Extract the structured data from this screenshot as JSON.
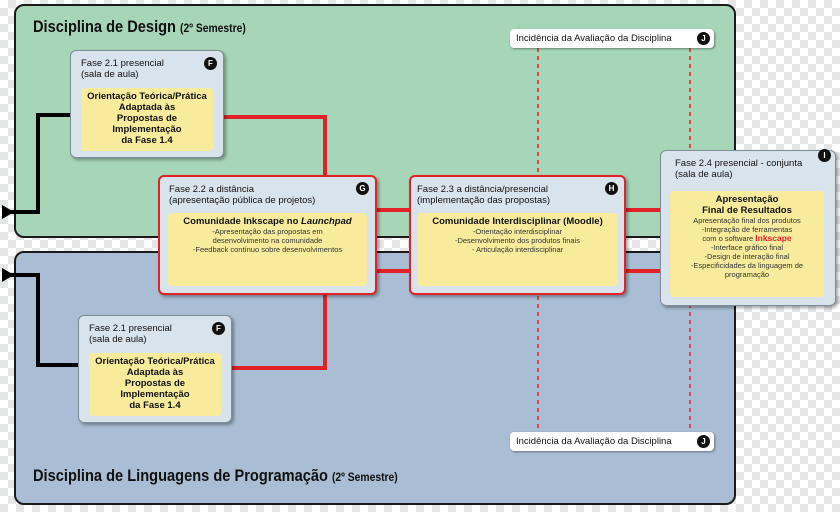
{
  "regions": {
    "design": {
      "title": "Disciplina de Design",
      "semester": "(2º Semestre)"
    },
    "programming": {
      "title": "Disciplina de Linguagens de Programação",
      "semester": "(2º Semestre)"
    }
  },
  "incidence": {
    "top": {
      "label": "Incidência da Avaliação da Disciplina",
      "badge": "J"
    },
    "bottom": {
      "label": "Incidência da Avaliação da Disciplina",
      "badge": "J"
    }
  },
  "nodes": {
    "f_top": {
      "title_line1": "Fase 2.1 presencial",
      "title_line2": "(sala de aula)",
      "badge": "F",
      "inner": [
        "Orientação Teórica/Prática",
        "Adaptada às",
        "Propostas de",
        "Implementação",
        "da Fase 1.4"
      ]
    },
    "f_bottom": {
      "title_line1": "Fase 2.1 presencial",
      "title_line2": "(sala de aula)",
      "badge": "F",
      "inner": [
        "Orientação Teórica/Prática",
        "Adaptada às",
        "Propostas de",
        "Implementação",
        "da Fase 1.4"
      ]
    },
    "g": {
      "title_line1": "Fase 2.2 a distância",
      "title_line2": "(apresentação pública de projetos)",
      "badge": "G",
      "head_prefix": "Comunidade Inkscape no ",
      "head_italic": "Launchpad",
      "items": [
        "-Apresentação das propostas em",
        "desenvolvimento na comunidade",
        "-Feedback contínuo sobre desenvolvimentos"
      ]
    },
    "h": {
      "title_line1": "Fase 2.3 a distância/presencial",
      "title_line2": "(implementação das propostas)",
      "badge": "H",
      "head": "Comunidade Interdisciplinar (Moodle)",
      "items": [
        "-Orientação interdisciplinar",
        "-Desenvolvimento dos produtos finais",
        "- Articulação interdisciplinar"
      ]
    },
    "i": {
      "title_line1": "Fase 2.4 presencial - conjunta",
      "title_line2": "(sala de aula)",
      "badge": "I",
      "head": [
        "Apresentação",
        "Final de Resultados"
      ],
      "items": [
        "Apresentação final dos produtos",
        "-Integração de ferramentas",
        "com o software "
      ],
      "highlight": "Inkscape",
      "items2": [
        "-Interface gráfico final",
        "-Design de interação final",
        "-Especificidades da linguagem de",
        "programação"
      ]
    }
  },
  "colors": {
    "design_bg": "#a6d6b7",
    "prog_bg": "#a9bed4",
    "connector_red": "#e32227",
    "inner_yellow": "#f8ec9c"
  }
}
